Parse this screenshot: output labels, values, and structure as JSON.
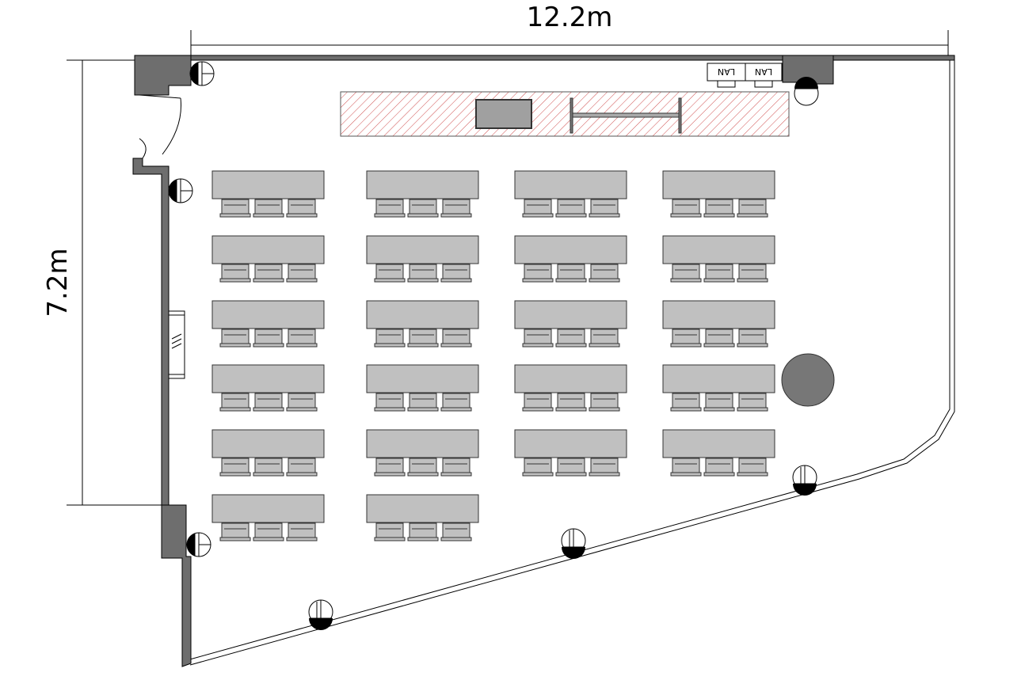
{
  "dimensions": {
    "width_label": "12.2m",
    "height_label": "7.2m"
  },
  "lan_ports": [
    "LAN",
    "LAN"
  ],
  "layout": {
    "table_rows": 6,
    "table_columns": 4,
    "last_row_tables": 2,
    "chairs_per_table": 3
  },
  "colors": {
    "wall": "#6e6e6e",
    "furniture": "#c0c0c0",
    "stage_hatch": "#d05050",
    "pillar": "#777777"
  }
}
